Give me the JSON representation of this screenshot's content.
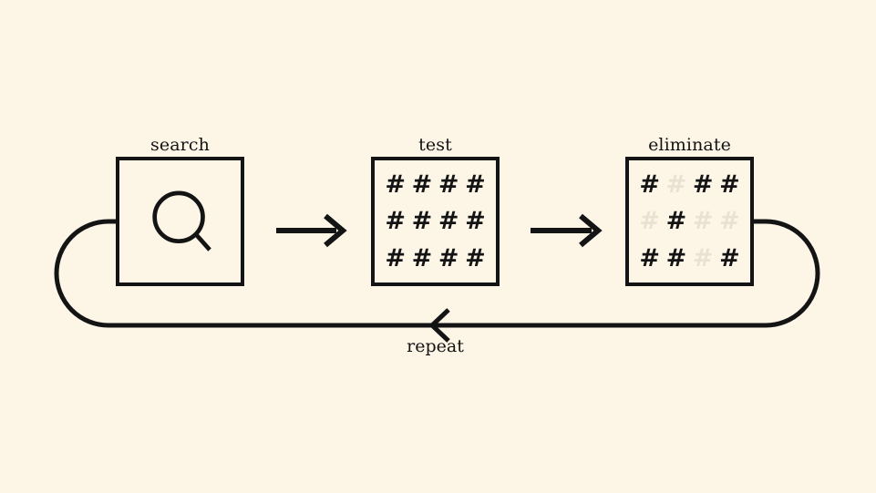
{
  "diagram": {
    "title_text": "",
    "background_color": "#fdf6e7",
    "ink_color": "#141414",
    "faded_color": "#e9e2d2",
    "type": "cycle-flow",
    "stages": [
      {
        "id": "search",
        "label": "search",
        "icon": "magnifier-icon",
        "content_type": "icon"
      },
      {
        "id": "test",
        "label": "test",
        "icon": "hash-grid",
        "content_type": "grid",
        "grid": {
          "rows": 3,
          "cols": 4,
          "glyph": "#",
          "cells": [
            [
              "solid",
              "solid",
              "solid",
              "solid"
            ],
            [
              "solid",
              "solid",
              "solid",
              "solid"
            ],
            [
              "solid",
              "solid",
              "solid",
              "solid"
            ]
          ]
        }
      },
      {
        "id": "eliminate",
        "label": "eliminate",
        "icon": "hash-grid",
        "content_type": "grid",
        "grid": {
          "rows": 3,
          "cols": 4,
          "glyph": "#",
          "cells": [
            [
              "solid",
              "faded",
              "solid",
              "solid"
            ],
            [
              "faded",
              "solid",
              "faded",
              "faded"
            ],
            [
              "solid",
              "solid",
              "faded",
              "solid"
            ]
          ]
        }
      }
    ],
    "connectors": [
      {
        "id": "search-to-test",
        "from": "search",
        "to": "test",
        "style": "straight-arrow",
        "direction": "right",
        "label": ""
      },
      {
        "id": "test-to-eliminate",
        "from": "test",
        "to": "eliminate",
        "style": "straight-arrow",
        "direction": "right",
        "label": ""
      },
      {
        "id": "eliminate-to-search",
        "from": "eliminate",
        "to": "search",
        "style": "loop-arrow",
        "direction": "left",
        "label": "repeat"
      }
    ],
    "loop_label": "repeat"
  }
}
